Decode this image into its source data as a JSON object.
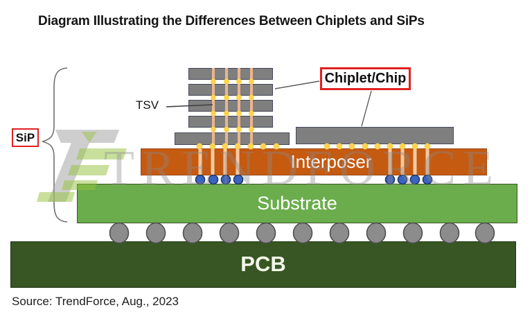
{
  "title": "Diagram Illustrating the Differences Between Chiplets and SiPs",
  "source": "Source: TrendForce, Aug., 2023",
  "watermark": {
    "text": "TRENDFORCE"
  },
  "labels": {
    "sip": "SiP",
    "tsv": "TSV",
    "chiplet_chip": "Chiplet/Chip"
  },
  "layers": {
    "interposer": "Interposer",
    "substrate": "Substrate",
    "pcb": "PCB"
  },
  "colors": {
    "die_gray": "#7f7f7f",
    "die_border": "#44495a",
    "interposer_orange": "#c55a11",
    "interposer_border": "#9c4a12",
    "substrate_green": "#6bad4c",
    "substrate_border": "#375623",
    "pcb_green": "#375623",
    "pcb_border": "#1f3512",
    "tsv_tan": "#eab58c",
    "tsv_light": "#f4c9a1",
    "bump_yellow": "#fed34f",
    "bump_blue": "#3b63c1",
    "bump_blue_border": "#1f3864",
    "ball_gray": "#8c8c8c",
    "ball_border": "#4f4f4f",
    "label_red": "#e02020",
    "watermark_gray": "#8a8a8a",
    "logo_green": "#94c23c",
    "logo_gray": "#a6a6a6"
  },
  "bumps": {
    "tsv_lines_x": [
      308,
      327,
      345,
      363
    ],
    "tsv_dot_rows_y": [
      117.5,
      140.5,
      163.5,
      186.5
    ],
    "micro_bumps_left_x": [
      288,
      307,
      325,
      343,
      362,
      380,
      399
    ],
    "micro_bumps_right_x": [
      472,
      490,
      508,
      527,
      545,
      563,
      581,
      599,
      617
    ],
    "interposer_tsv_left_x": [
      289,
      307,
      325,
      343
    ],
    "interposer_tsv_right_x": [
      563,
      581,
      599,
      617
    ],
    "blue_bumps_left_x": [
      289,
      308,
      326,
      344
    ],
    "blue_bumps_right_x": [
      563,
      581,
      599,
      617
    ],
    "bga_balls_x": [
      172,
      225,
      278,
      331,
      384,
      437,
      490,
      543,
      596,
      649,
      700
    ]
  }
}
